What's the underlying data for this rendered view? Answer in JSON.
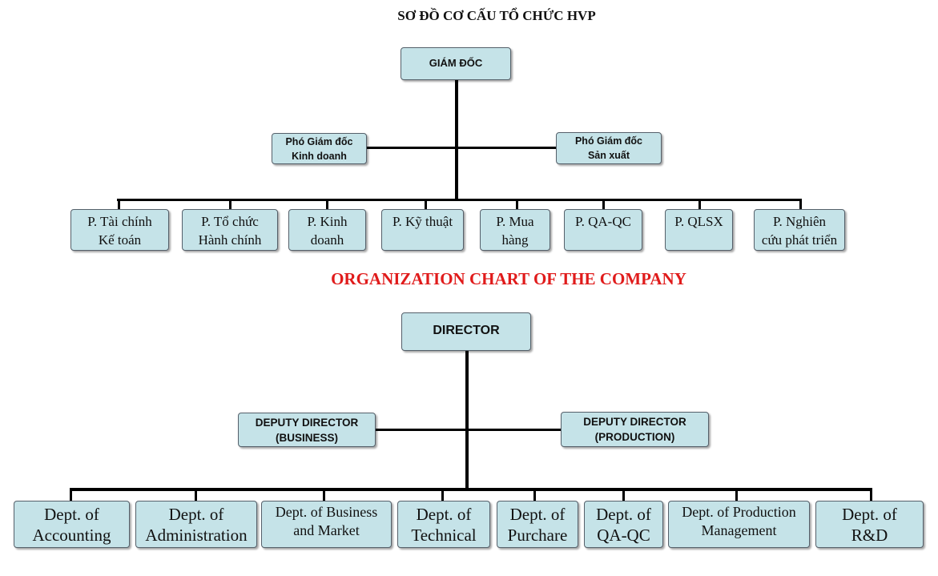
{
  "vietnamese_chart": {
    "title": "SƠ ĐỒ CƠ CẤU TỔ CHỨC HVP",
    "director": "GIÁM ĐỐC",
    "deputy_business": "Phó Giám đốc\nKinh doanh",
    "deputy_production": "Phó Giám đốc\nSản xuất",
    "departments": [
      "P. Tài chính\nKế toán",
      "P. Tổ chức\nHành chính",
      "P. Kinh\ndoanh",
      "P. Kỹ thuật",
      "P. Mua\nhàng",
      "P. QA-QC",
      "P. QLSX",
      "P. Nghiên\ncứu phát triển"
    ]
  },
  "english_chart": {
    "title": "ORGANIZATION CHART OF THE COMPANY",
    "director": "DIRECTOR",
    "deputy_business": "DEPUTY DIRECTOR\n(BUSINESS)",
    "deputy_production": "DEPUTY DIRECTOR\n(PRODUCTION)",
    "departments": [
      "Dept. of\nAccounting",
      "Dept. of\nAdministration",
      "Dept. of Business\nand Market",
      "Dept. of\nTechnical",
      "Dept. of\nPurchare",
      "Dept. of\nQA-QC",
      "Dept. of Production\nManagement",
      "Dept. of\nR&D"
    ]
  },
  "colors": {
    "box_fill": "#c5e3e8",
    "box_border": "#55606a",
    "connector": "#000000",
    "english_title": "#e01b1b"
  }
}
